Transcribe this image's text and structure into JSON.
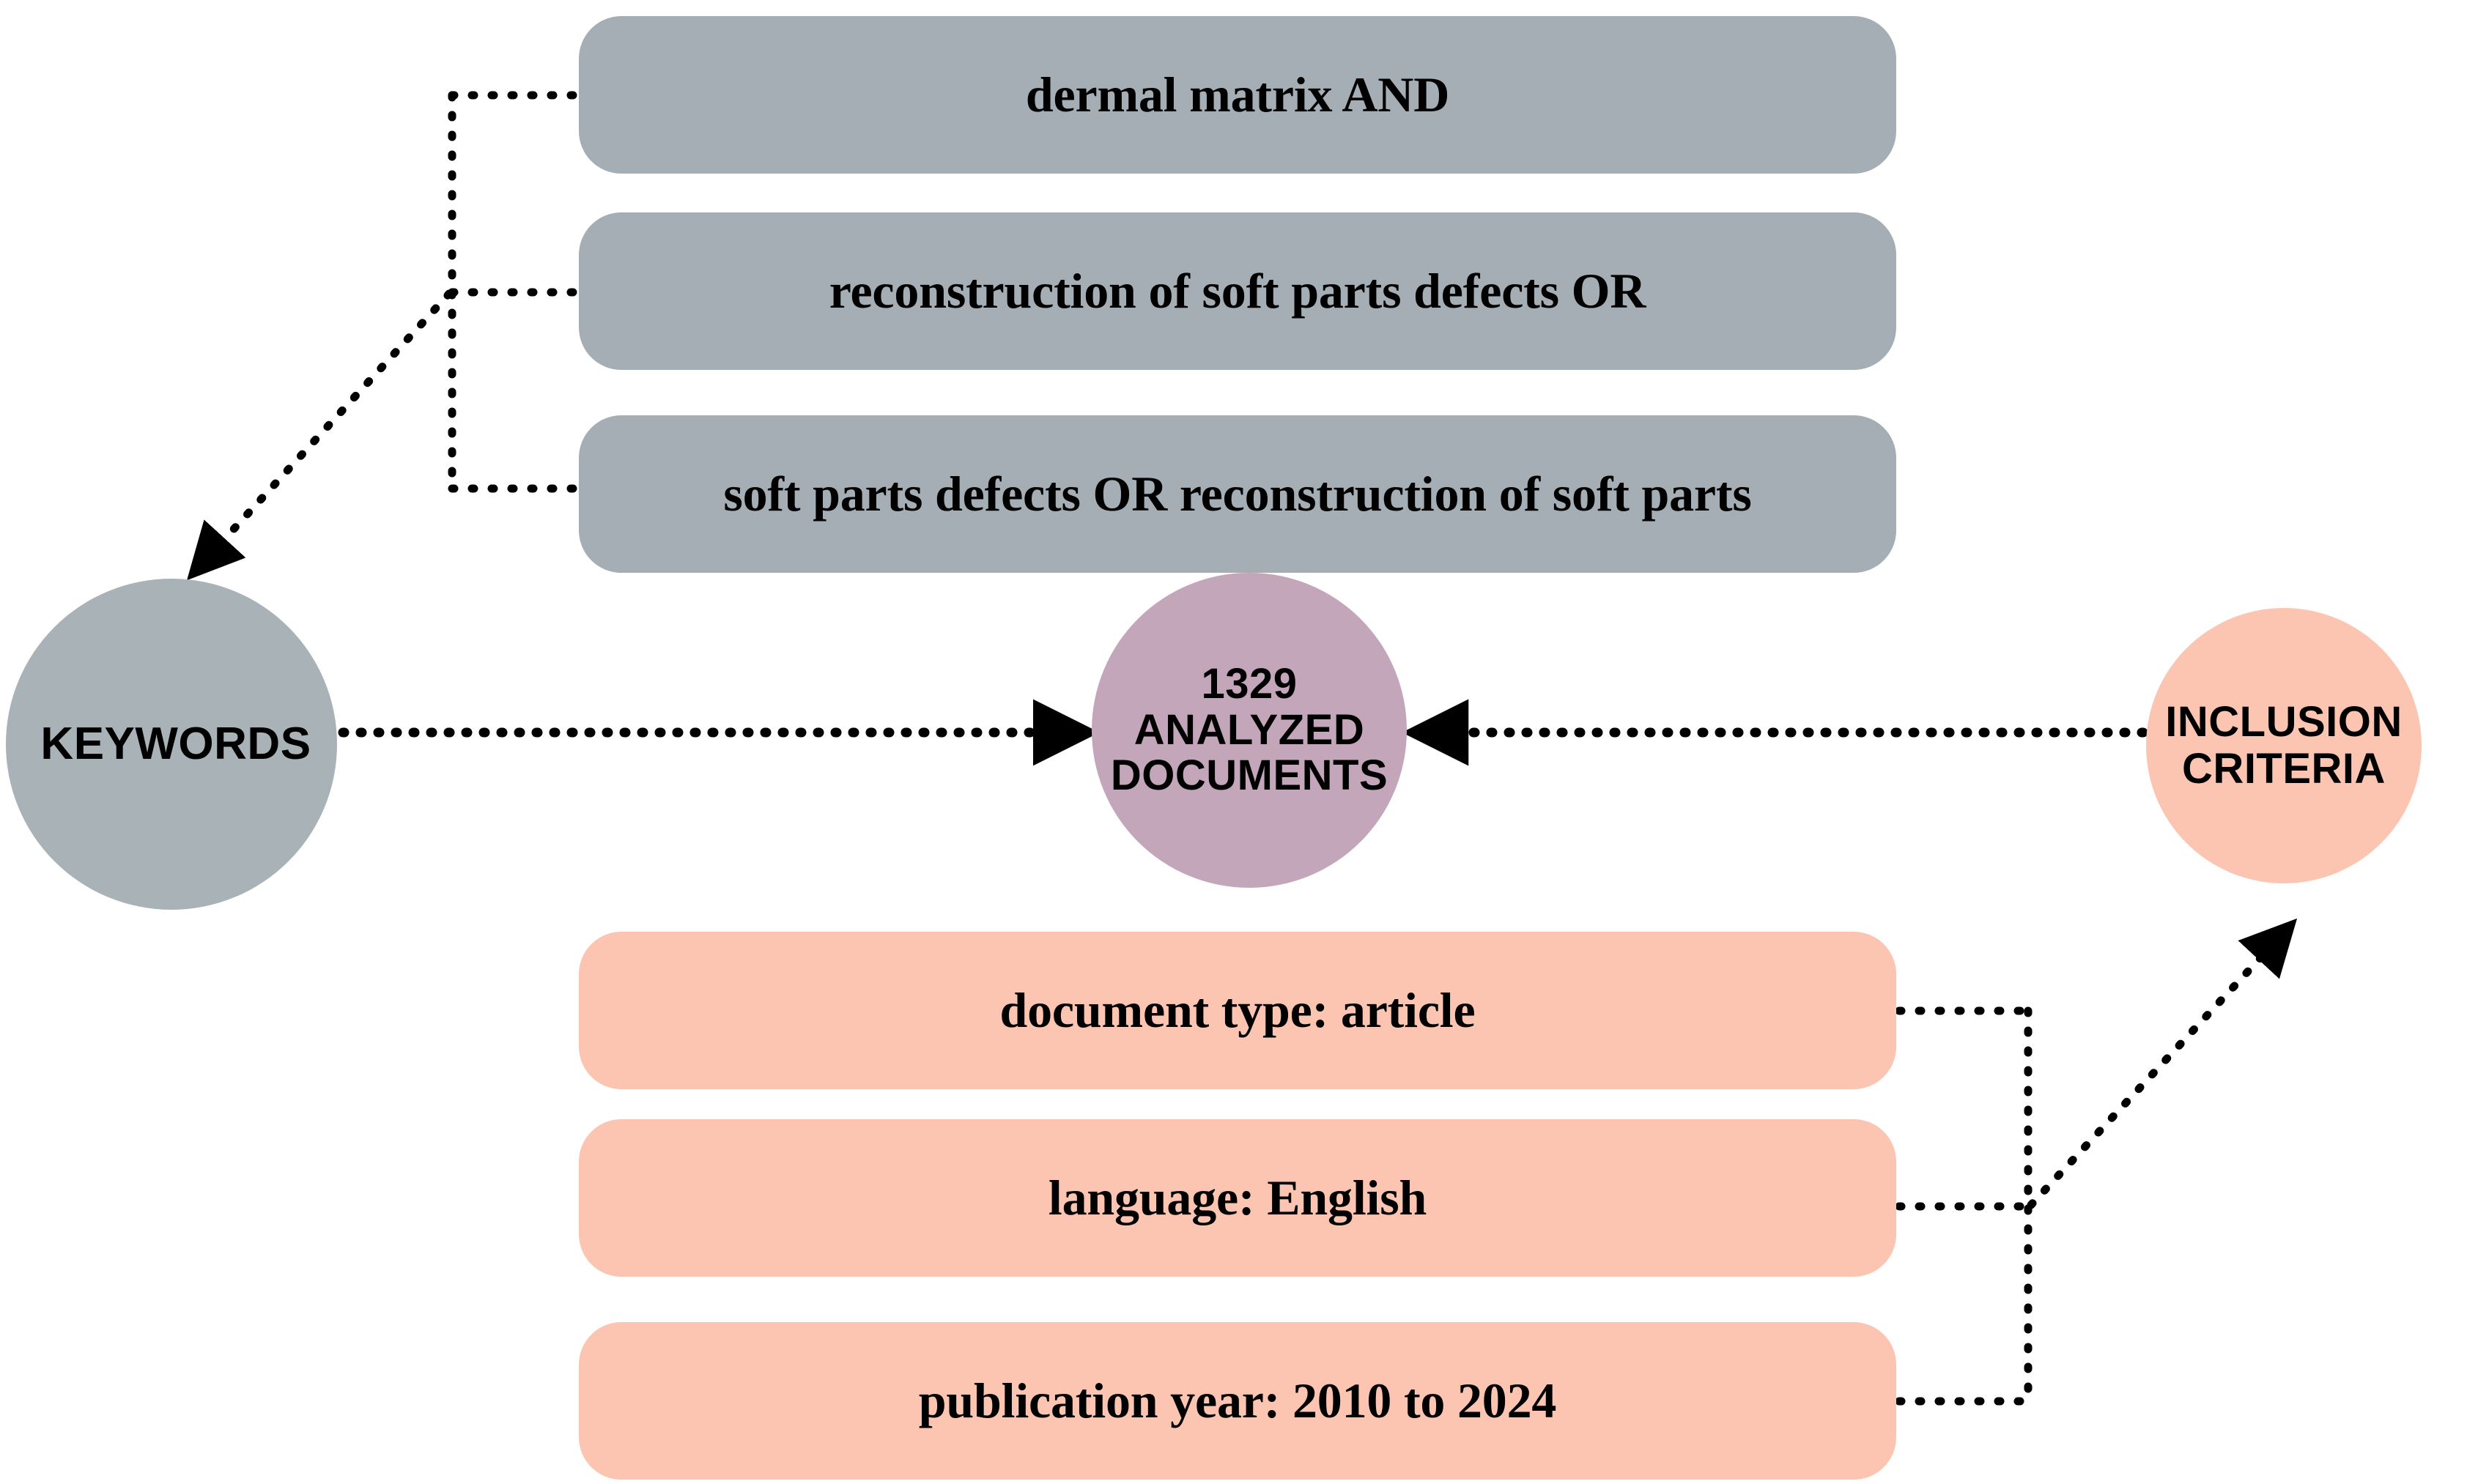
{
  "diagram": {
    "title": "Literature search strategy flow diagram",
    "colors": {
      "background": "#ffffff",
      "keyword_gray": "#a4aeb4",
      "keyword_circle_gray": "#a8b2b7",
      "inclusion_peach": "#fcc5b1",
      "documents_purple": "#c3a6ba",
      "connector_black": "#000000"
    }
  },
  "nodes": {
    "keywords_circle": {
      "label": "KEYWORDS",
      "shape": "circle",
      "color": "#a8b2b7"
    },
    "documents_circle": {
      "label": "1329\nANALYZED\nDOCUMENTS",
      "count": "1329",
      "count_label": "ANALYZED DOCUMENTS",
      "shape": "circle",
      "color": "#c3a6ba"
    },
    "inclusion_circle": {
      "label": "INCLUSION\nCRITERIA",
      "shape": "circle",
      "color": "#fcc5b1"
    }
  },
  "keyword_boxes": [
    {
      "text": "dermal matrix AND"
    },
    {
      "text": "reconstruction of soft parts defects OR"
    },
    {
      "text": "soft parts defects OR reconstruction of soft parts"
    }
  ],
  "inclusion_boxes": [
    {
      "text": "document type: article"
    },
    {
      "text": "language: English"
    },
    {
      "text": "publication year: 2010 to 2024"
    }
  ],
  "connectors": [
    {
      "name": "keywords-to-documents",
      "style": "dotted",
      "arrow": "end"
    },
    {
      "name": "inclusion-to-documents",
      "style": "dotted",
      "arrow": "end"
    },
    {
      "name": "keyword-boxes-to-keywords-circle",
      "style": "dotted",
      "arrow": "end"
    },
    {
      "name": "inclusion-boxes-to-inclusion-circle",
      "style": "dotted",
      "arrow": "end"
    }
  ]
}
